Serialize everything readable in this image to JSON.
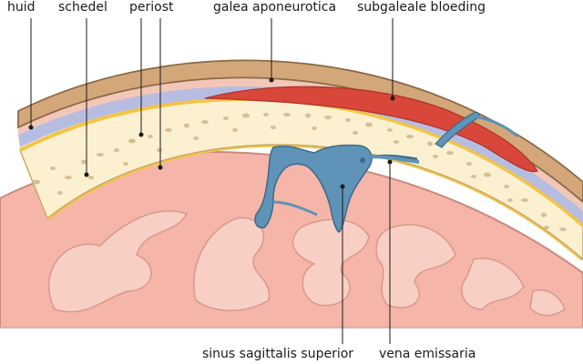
{
  "labels": {
    "skin": "huid",
    "skull": "schedel",
    "periosteum": "periost",
    "galea": "galea aponeurotica",
    "hemorrhage": "subgaleale bloeding",
    "sinus": "sinus sagittalis superior",
    "emissary": "vena emissaria"
  },
  "colors": {
    "skin": "#d4a77a",
    "scalp_pink": "#f3c7b8",
    "galea": "#b7bde0",
    "bone": "#fbf0d0",
    "periosteum_line": "#f5c445",
    "hemorrhage": "#d9463a",
    "vein": "#5f93b7",
    "brain": "#f5b5a8",
    "brain_gyri": "#f8cfc4",
    "outline": "#3a3a3a"
  }
}
